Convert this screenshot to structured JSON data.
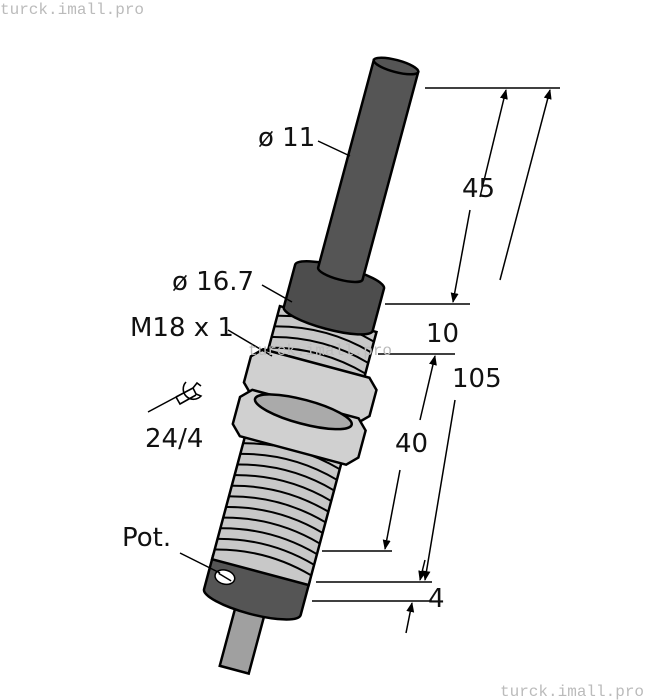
{
  "watermark": "turck.imall.pro",
  "labels": {
    "cable_diameter": "ø 11",
    "cap_diameter": "ø 16.7",
    "thread": "M18 x 1",
    "wrench_size": "24/4",
    "pot": "Pot.",
    "dim_45": "45",
    "dim_10": "10",
    "dim_105": "105",
    "dim_40": "40",
    "dim_4": "4"
  },
  "colors": {
    "dark_part": "#555555",
    "thread_body": "#c8c8c8",
    "pin": "#a0a0a0"
  }
}
